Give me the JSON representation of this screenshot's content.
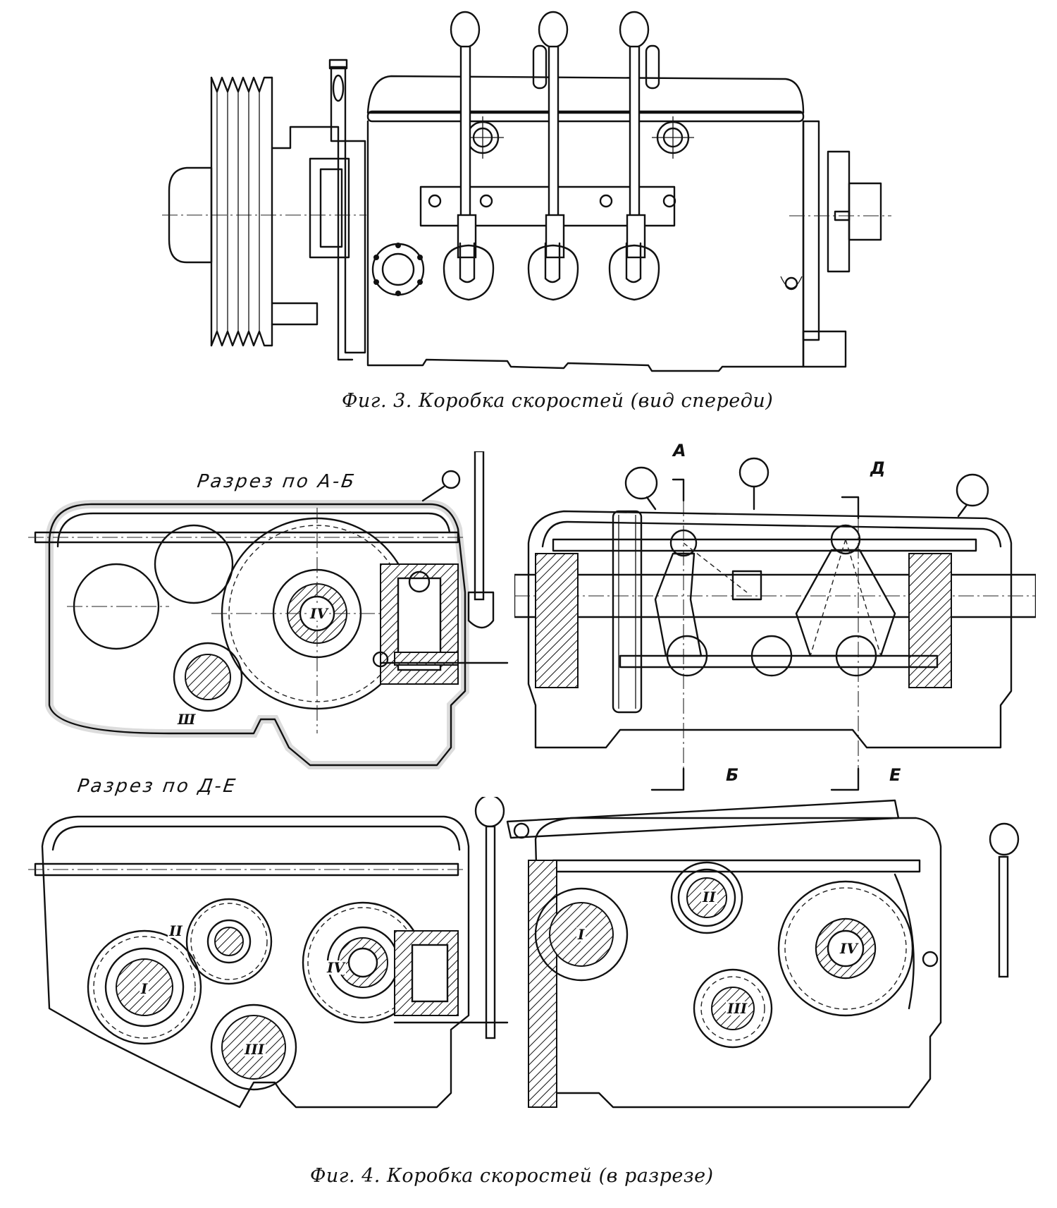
{
  "figure3": {
    "caption": "Фиг. 3. Коробка скоростей (вид спереди)",
    "subject": "speed gearbox, front view",
    "lever_count": 3
  },
  "figure4": {
    "caption": "Фиг. 4. Коробка скоростей (в разрезе)",
    "subject": "speed gearbox, sectional views",
    "section_ab_title": "Разрез по А-Б",
    "section_de_title": "Разрез по Д-Е",
    "section_marks": {
      "a": "А",
      "d": "Д",
      "b": "Б",
      "e": "Е"
    },
    "shaft_labels": {
      "ab_shaft_iii": "Ш",
      "ab_shaft_iv": "IV",
      "de_shaft_i": "I",
      "de_shaft_ii": "II",
      "de_shaft_iii": "III",
      "de_shaft_iv": "IV",
      "side_shaft_i": "I",
      "side_shaft_ii": "II",
      "side_shaft_iii": "III",
      "side_shaft_iv": "IV"
    }
  }
}
